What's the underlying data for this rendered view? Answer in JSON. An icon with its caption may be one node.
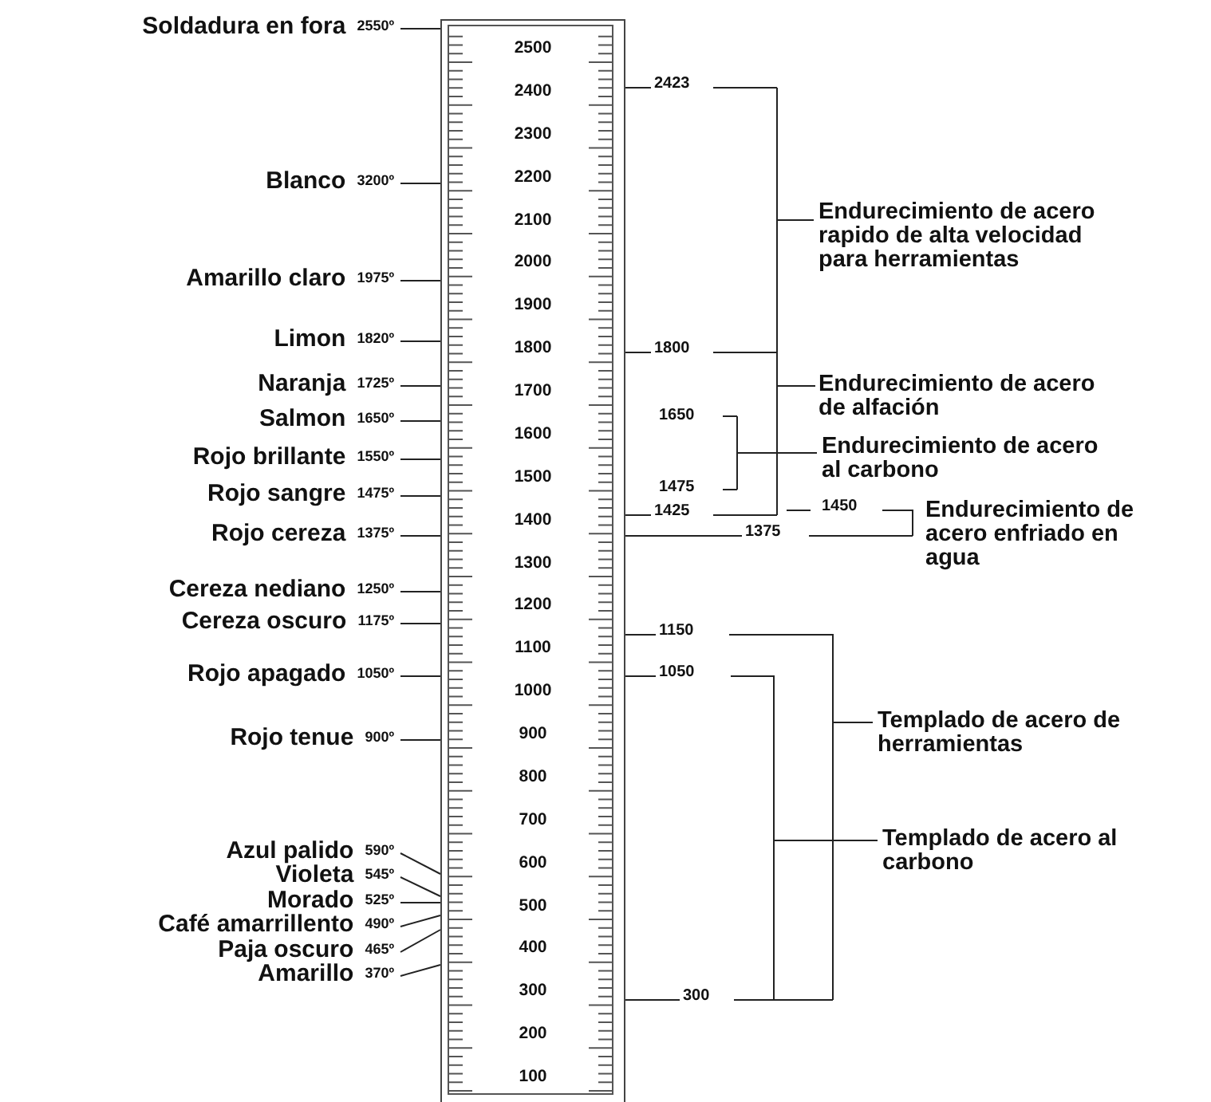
{
  "diagram": {
    "nodes": [
      {
        "text": [],
        "shape": "bar"
      },
      {
        "text": [
          "Soldadura en fora",
          "2550º"
        ]
      },
      {
        "text": [
          "Blanco",
          "3200º"
        ]
      },
      {
        "text": [
          "Amarillo claro",
          "1975º"
        ]
      },
      {
        "text": [
          "Limon",
          "1820º"
        ]
      },
      {
        "text": [
          "Naranja",
          "1725º"
        ]
      },
      {
        "text": [
          "Salmon",
          "1650º"
        ]
      },
      {
        "text": [
          "Rojo brillante",
          "1550º"
        ]
      },
      {
        "text": [
          "Rojo sangre",
          "1475º"
        ]
      },
      {
        "text": [
          "Rojo cereza",
          "1375º"
        ]
      },
      {
        "text": [
          "Cereza nediano",
          "1250º"
        ]
      },
      {
        "text": [
          "Cereza oscuro",
          "1175º"
        ]
      },
      {
        "text": [
          "Rojo apagado",
          "1050º"
        ]
      },
      {
        "text": [
          "Rojo tenue",
          "900º"
        ]
      },
      {
        "text": [
          "Azul palido",
          "590º"
        ]
      },
      {
        "text": [
          "Violeta",
          "545º"
        ]
      },
      {
        "text": [
          "Morado",
          "525º"
        ]
      },
      {
        "text": [
          "Café amarrillento",
          "490º"
        ]
      },
      {
        "text": [
          "Paja oscuro",
          "465º"
        ]
      },
      {
        "text": [
          "Amarillo",
          "370º"
        ]
      },
      {
        "text": [
          "2423"
        ]
      },
      {
        "text": [
          "1800"
        ]
      },
      {
        "text": [
          "1425"
        ]
      },
      {
        "text": [
          "1375"
        ]
      },
      {
        "text": [
          "1150"
        ]
      },
      {
        "text": [
          "1050"
        ]
      },
      {
        "text": [
          "300"
        ]
      }
    ],
    "edges": [
      {
        "from": 1,
        "to": 0,
        "arrow": "none"
      },
      {
        "from": 2,
        "to": 0,
        "arrow": "none"
      },
      {
        "from": 3,
        "to": 0,
        "arrow": "none"
      },
      {
        "from": 4,
        "to": 0,
        "arrow": "none"
      },
      {
        "from": 5,
        "to": 0,
        "arrow": "none"
      },
      {
        "from": 6,
        "to": 0,
        "arrow": "none"
      },
      {
        "from": 7,
        "to": 0,
        "arrow": "none"
      },
      {
        "from": 8,
        "to": 0,
        "arrow": "none"
      },
      {
        "from": 9,
        "to": 0,
        "arrow": "none"
      },
      {
        "from": 10,
        "to": 0,
        "arrow": "none"
      },
      {
        "from": 11,
        "to": 0,
        "arrow": "none"
      },
      {
        "from": 12,
        "to": 0,
        "arrow": "none"
      },
      {
        "from": 13,
        "to": 0,
        "arrow": "none"
      },
      {
        "from": 14,
        "to": 0,
        "arrow": "none"
      },
      {
        "from": 15,
        "to": 0,
        "arrow": "none"
      },
      {
        "from": 16,
        "to": 0,
        "arrow": "none"
      },
      {
        "from": 17,
        "to": 0,
        "arrow": "none"
      },
      {
        "from": 18,
        "to": 0,
        "arrow": "none"
      },
      {
        "from": 19,
        "to": 0,
        "arrow": "none"
      },
      {
        "from": 20,
        "to": 0,
        "arrow": "none"
      },
      {
        "from": 21,
        "to": 0,
        "arrow": "none"
      },
      {
        "from": 22,
        "to": 0,
        "arrow": "none"
      },
      {
        "from": 23,
        "to": 0,
        "arrow": "none"
      },
      {
        "from": 24,
        "to": 0,
        "arrow": "none"
      },
      {
        "from": 25,
        "to": 0,
        "arrow": "none"
      },
      {
        "from": 26,
        "to": 0,
        "arrow": "none"
      }
    ],
    "labels": [
      "2500",
      "2400",
      "2300",
      "2200",
      "2100",
      "2000",
      "1900",
      "1800",
      "1700",
      "1600",
      "1500",
      "1400",
      "1300",
      "1200",
      "1100",
      "1000",
      "900",
      "800",
      "700",
      "600",
      "500",
      "400",
      "300",
      "200",
      "100",
      "Endurecimiento de acero rapido de alta velocidad para herramientas",
      "Endurecimiento de acero de alfación",
      "1650",
      "Endurecimiento de acero al carbono",
      "1475",
      "1450",
      "Endurecimiento de acero enfriado en agua",
      "Templado de acero de herramientas",
      "Templado de acero al carbono"
    ]
  }
}
